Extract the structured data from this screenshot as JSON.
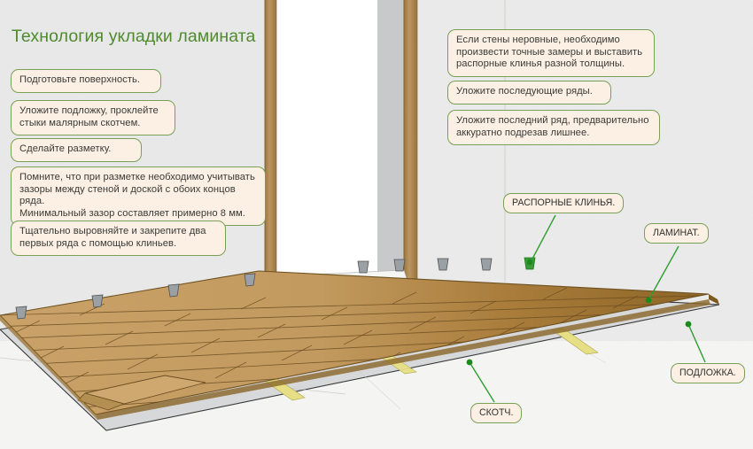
{
  "title": "Технология укладки ламината",
  "colors": {
    "title_green": "#4f8a2f",
    "box_border_green": "#7aa057",
    "box_fill_cream": "#fbf0e3",
    "leader_green": "#2f9e2f",
    "wall_gray": "#e9eaea",
    "floor_underlay_gray": "#d9dadb",
    "laminate_light": "#c9a068",
    "laminate_dark": "#9a6f2c",
    "door_frame_brown": "#b08a55",
    "tape_yellow": "#e8e08a",
    "wedge_gray": "#7e8488"
  },
  "left_steps": [
    {
      "text": "Подготовьте поверхность."
    },
    {
      "text": "Уложите подложку, проклейте\nстыки малярным скотчем."
    },
    {
      "text": "Сделайте разметку."
    },
    {
      "text": "Помните, что при разметке необходимо учитывать\nзазоры между стеной и доской с обоих концов ряда.\nМинимальный зазор составляет примерно 8 мм."
    },
    {
      "text": "Тщательно выровняйте и закрепите два\nпервых ряда с помощью клиньев."
    }
  ],
  "right_steps": [
    {
      "text": "Если стены неровные, необходимо\nпроизвести точные замеры и выставить\nраспорные клинья разной толщины."
    },
    {
      "text": "Уложите последующие ряды."
    },
    {
      "text": "Уложите последний ряд, предварительно\nаккуратно подрезав лишнее."
    }
  ],
  "callouts": [
    {
      "text": "РАСПОРНЫЕ КЛИНЬЯ."
    },
    {
      "text": "ЛАМИНАТ."
    },
    {
      "text": "ПОДЛОЖКА."
    },
    {
      "text": "СКОТЧ."
    }
  ],
  "scene": {
    "description": "isometric room with doorway, laminate floor partially laid over gray underlay with yellow tape seams and spacer wedges along the wall"
  }
}
